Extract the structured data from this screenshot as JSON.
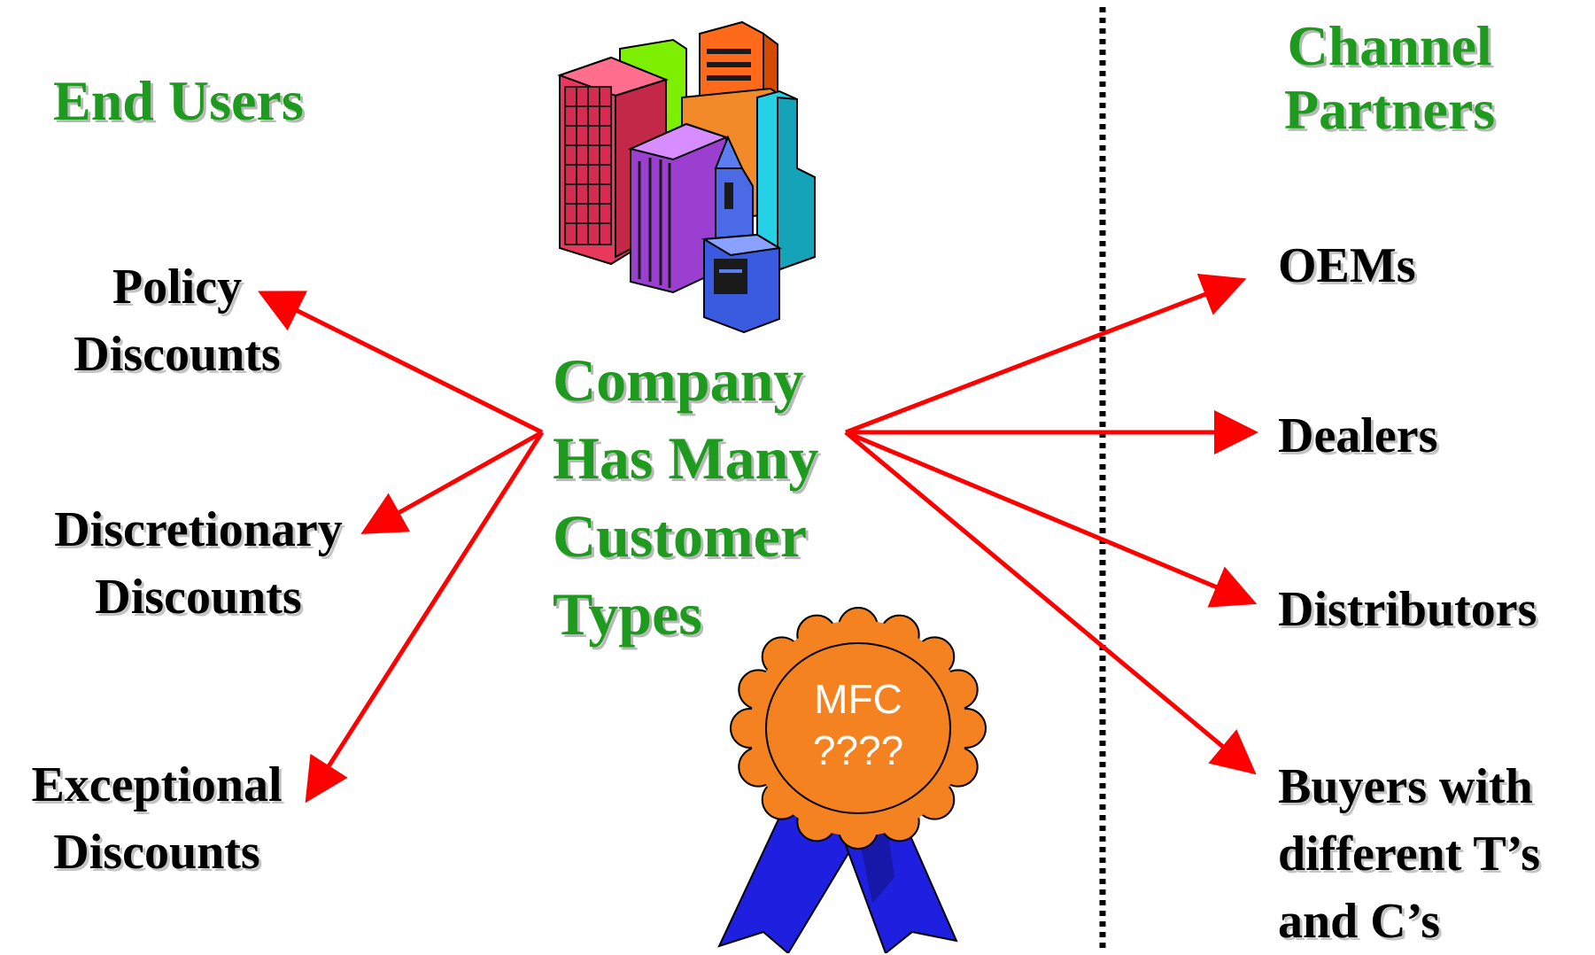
{
  "headings": {
    "end_users": "End Users",
    "channel_partners": [
      "Channel",
      "Partners"
    ],
    "center": [
      "Company",
      "Has Many",
      "Customer",
      "Types"
    ]
  },
  "end_user_items": [
    [
      "Policy",
      "Discounts"
    ],
    [
      "Discretionary",
      "Discounts"
    ],
    [
      "Exceptional",
      "Discounts"
    ]
  ],
  "channel_items": [
    [
      "OEMs"
    ],
    [
      "Dealers"
    ],
    [
      "Distributors"
    ],
    [
      "Buyers with",
      "different T’s",
      "and C’s"
    ]
  ],
  "seal": {
    "line1": "MFC",
    "line2": "????"
  },
  "colors": {
    "heading": "#1e9a1e",
    "item_text": "#000000",
    "arrow": "#ff0000",
    "divider": "#000000",
    "seal_fill": "#f58220",
    "ribbon_fill": "#1f1fe0"
  }
}
